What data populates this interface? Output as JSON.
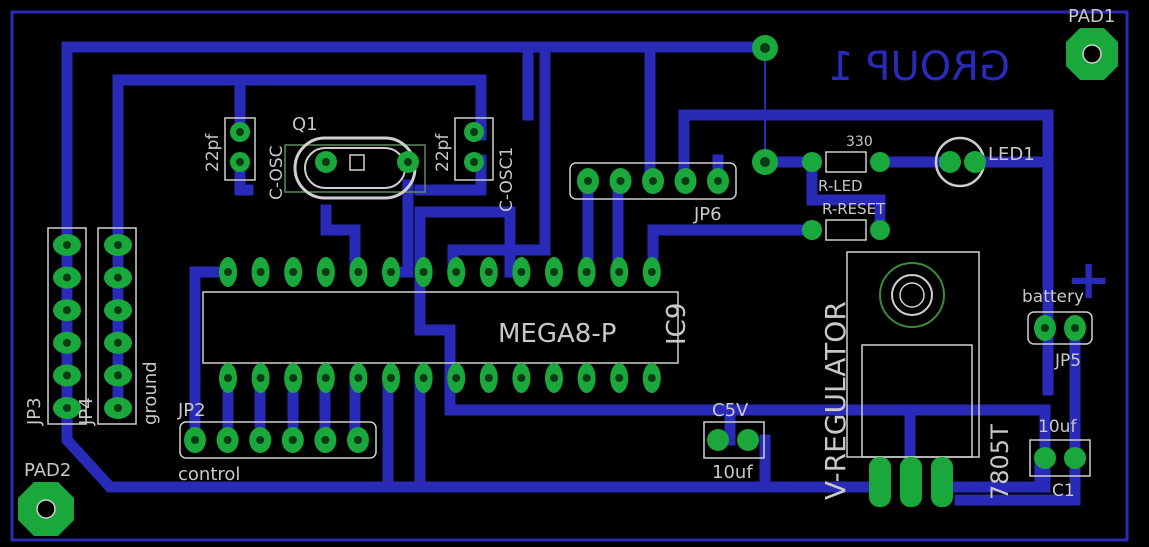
{
  "board": {
    "title": "GROUP 1",
    "pads": {
      "pad1": "PAD1",
      "pad2": "PAD2"
    },
    "ic": {
      "name": "IC9",
      "value": "MEGA8-P"
    },
    "crystal": {
      "name": "Q1"
    },
    "capacitors": {
      "c_osc": {
        "name": "C-OSC",
        "value": "22pf"
      },
      "c_osc1": {
        "name": "C-OSC1",
        "value": "22pf"
      },
      "c5v": {
        "name": "C5V",
        "value": "10uf"
      },
      "c1": {
        "name": "C1",
        "value": "10uf"
      }
    },
    "resistors": {
      "r_led": {
        "name": "R-LED",
        "value": "330"
      },
      "r_reset": {
        "name": "R-RESET"
      }
    },
    "led": {
      "name": "LED1"
    },
    "regulator": {
      "name": "V-REGULATOR",
      "value": "7805T"
    },
    "headers": {
      "jp2": {
        "name": "JP2",
        "label": "control"
      },
      "jp3": {
        "name": "JP3"
      },
      "jp4": {
        "name": "JP4",
        "label": "ground"
      },
      "jp5": {
        "name": "JP5",
        "label": "battery"
      },
      "jp6": {
        "name": "JP6"
      }
    },
    "plus_sign": "+"
  }
}
